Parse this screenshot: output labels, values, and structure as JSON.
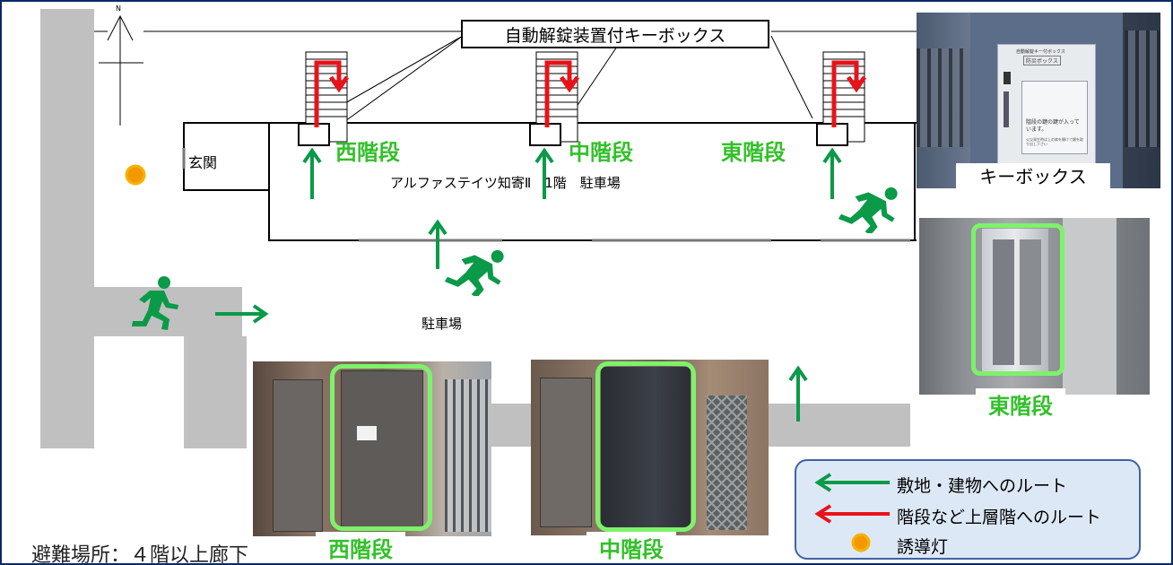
{
  "map": {
    "north": "N",
    "callout": "自動解錠装置付キーボックス",
    "entrance": "玄関",
    "building_label": "アルファステイツ知寄Ⅱ　1階　駐車場",
    "parking": "駐車場",
    "stairs": {
      "west": "西階段",
      "center": "中階段",
      "east": "東階段"
    },
    "evac_place": "避難場所：４階以上廊下"
  },
  "photos": {
    "keybox": {
      "caption": "キーボックス",
      "sign_title": "自動解錠キー付ボックス",
      "sign_sub": "防災ボックス",
      "sign_main": "階段の鍵の鍵が入っています。",
      "sign_note": "火災発生時は上の扉を開けて鍵を取り出し下さい"
    },
    "east": {
      "caption": "東階段"
    },
    "west": {
      "caption": "西階段"
    },
    "center": {
      "caption": "中階段"
    }
  },
  "legend": {
    "items": [
      {
        "label": "敷地・建物へのルート"
      },
      {
        "label": "階段など上層階へのルート"
      },
      {
        "label": "誘導灯"
      }
    ]
  },
  "colors": {
    "border": "#0a2a66",
    "route_green": "#0a9a48",
    "up_red": "#e8131a",
    "highlight": "#7df26a",
    "guide_light": "#f39800",
    "legend_bg": "#dde8f6",
    "path_gray": "#c0c0c0"
  }
}
